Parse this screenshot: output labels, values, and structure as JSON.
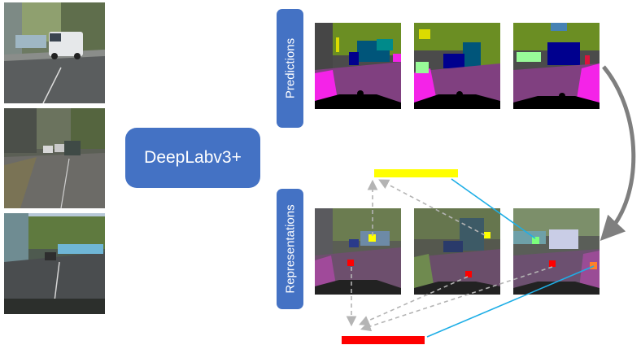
{
  "model": {
    "label": "DeepLabv3+"
  },
  "labels": {
    "predictions": "Predictions",
    "representations": "Representations"
  },
  "colors": {
    "accent_blue": "#4472c4",
    "yellow_bar": "#ffff00",
    "red_bar": "#ff0000",
    "arrow_cyan": "#1eaee6",
    "arrow_grey": "#7f7f7f",
    "dashed_grey": "#b4b4b4"
  },
  "inputs": [
    {
      "name": "input-image-1",
      "icon": "street-scene-van"
    },
    {
      "name": "input-image-2",
      "icon": "street-scene-cars"
    },
    {
      "name": "input-image-3",
      "icon": "street-scene-tram"
    }
  ],
  "predictions": [
    {
      "name": "prediction-1",
      "icon": "segmentation-map"
    },
    {
      "name": "prediction-2",
      "icon": "segmentation-map"
    },
    {
      "name": "prediction-3",
      "icon": "segmentation-map"
    }
  ],
  "representations": [
    {
      "name": "representation-1",
      "icon": "feature-overlay",
      "markers": [
        "yellow",
        "red"
      ]
    },
    {
      "name": "representation-2",
      "icon": "feature-overlay",
      "markers": [
        "yellow",
        "red"
      ]
    },
    {
      "name": "representation-3",
      "icon": "feature-overlay",
      "markers": [
        "green",
        "orange"
      ]
    }
  ]
}
